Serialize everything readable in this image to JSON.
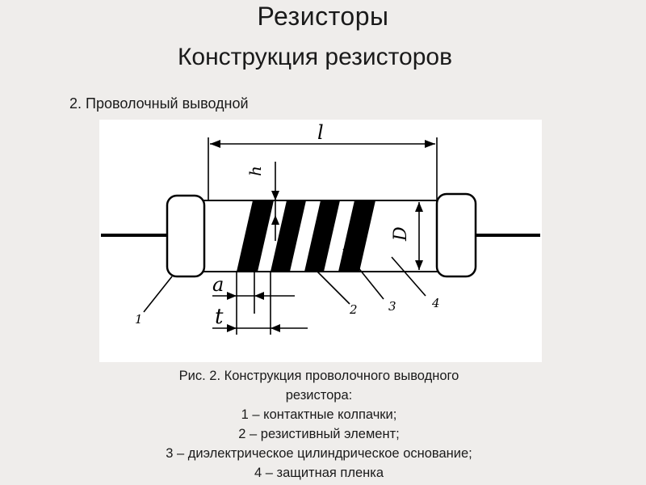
{
  "title": "Резисторы",
  "subtitle": "Конструкция резисторов",
  "section_heading": "2. Проволочный выводной",
  "figure": {
    "labels": {
      "length": "l",
      "pitch_h": "h",
      "diameter": "D",
      "a": "a",
      "t": "t",
      "n1": "1",
      "n2": "2",
      "n3": "3",
      "n4": "4"
    }
  },
  "caption": {
    "line1": "Рис. 2. Конструкция проволочного выводного",
    "line2": "резистора:",
    "item1": "1 – контактные колпачки;",
    "item2": "2 – резистивный элемент;",
    "item3": "3 – диэлектрическое цилиндрическое основание;",
    "item4": "4 – защитная пленка"
  }
}
